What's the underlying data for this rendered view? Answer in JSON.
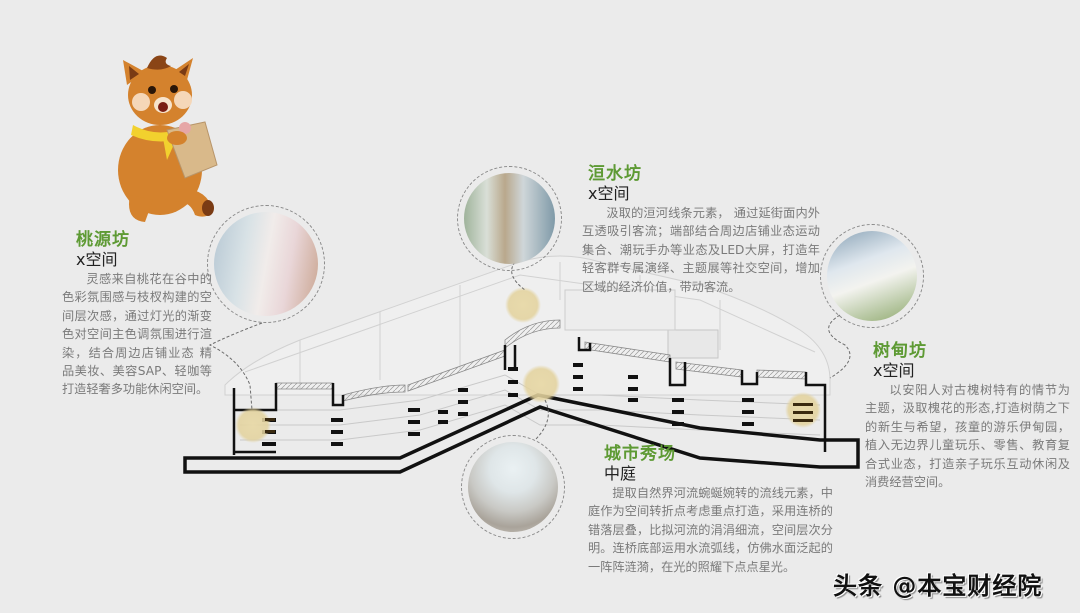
{
  "diagram": {
    "type": "architectural-section-axonometric",
    "background": "#ebebeb",
    "accent_green": "#5e9a34",
    "highlight_color": "#e8d9a8"
  },
  "mascot": {
    "description": "cartoon-bear-carrying-paper-bag",
    "colors": {
      "fur": "#d4822d",
      "scarf": "#f2d12e",
      "bag": "#d9b98a"
    }
  },
  "zones": [
    {
      "id": "taoyuan",
      "title": "桃源坊",
      "subtitle": "x空间",
      "description": "灵感来自桃花在谷中的色彩氛围感与枝杈构建的空间层次感，通过灯光的渐变色对空间主色调氛围进行渲染，结合周边店铺业态 精品美妆、美容SAP、轻咖等打造轻奢多功能休闲空间。"
    },
    {
      "id": "huanshui",
      "title": "洹水坊",
      "subtitle": "x空间",
      "description": "汲取的洹河线条元素， 通过延街面内外互透吸引客流；端部结合周边店铺业态运动集合、潮玩手办等业态及LED大屏，打造年轻客群专属演绎、主题展等社交空间，增加区域的经济价值，带动客流。"
    },
    {
      "id": "shudian",
      "title": "树甸坊",
      "subtitle": "x空间",
      "description": "以安阳人对古槐树特有的情节为主题，汲取槐花的形态,打造树荫之下的新生与希望，孩童的游乐伊甸园，植入无边界儿童玩乐、零售、教育复合式业态，打造亲子玩乐互动休闲及消费经营空间。"
    },
    {
      "id": "chengshi",
      "title": "城市秀场",
      "subtitle": "中庭",
      "description": "提取自然界河流蜿蜒婉转的流线元素，中庭作为空间转折点考虑重点打造，采用连桥的错落层叠，比拟河流的涓涓细流，空间层次分明。连桥底部运用水流弧线，仿佛水面泛起的一阵阵涟漪，在光的照耀下点点星光。"
    }
  ],
  "photos": [
    {
      "zone": "taoyuan",
      "label": "interior-render-taoyuan"
    },
    {
      "zone": "huanshui",
      "label": "interior-render-huanshui"
    },
    {
      "zone": "shudian",
      "label": "interior-render-shudian"
    },
    {
      "zone": "chengshi",
      "label": "interior-render-atrium"
    }
  ],
  "watermark": "头条 @本宝财经院"
}
